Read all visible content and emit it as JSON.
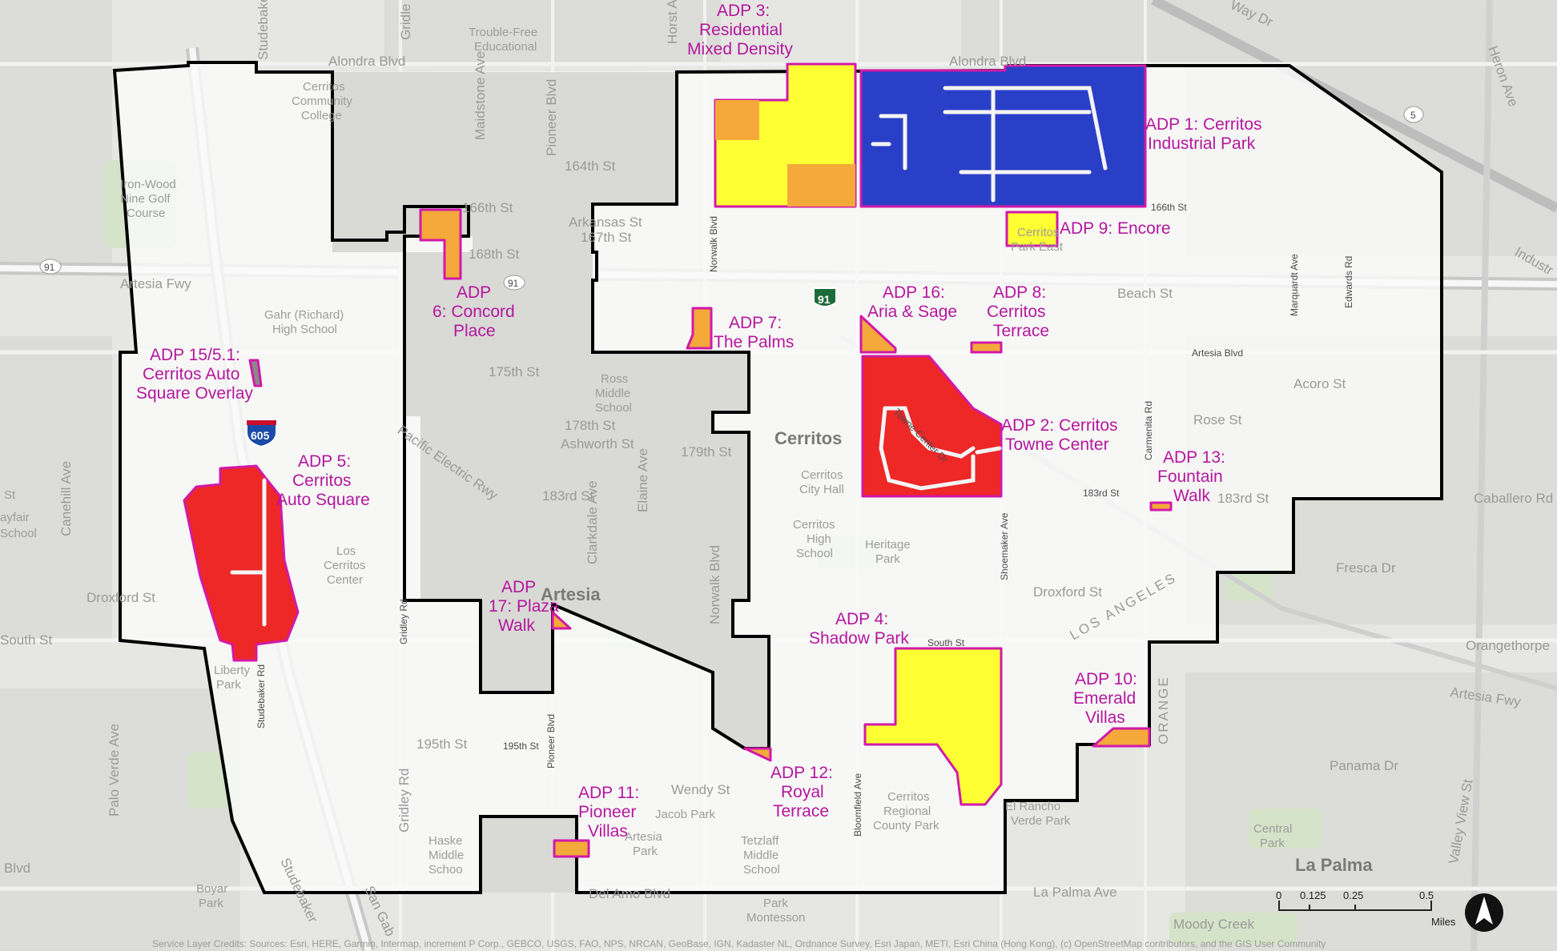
{
  "colors": {
    "boundary": "#000000",
    "adp_outline": "#d11aa8",
    "label": "#b5179e",
    "industrial": "#2a3fc8",
    "commercial": "#ee2727",
    "residential": "#ffff33",
    "mixed": "#f4a93a"
  },
  "adp_labels": {
    "adp1": [
      "ADP 1: Cerritos",
      "Industrial Park"
    ],
    "adp2": [
      "ADP 2: Cerritos",
      "Towne Center"
    ],
    "adp3": [
      "ADP 3:",
      "Residential",
      "Mixed Density"
    ],
    "adp4": [
      "ADP 4:",
      "Shadow Park"
    ],
    "adp5": [
      "ADP 5:",
      "Cerritos",
      "Auto Square"
    ],
    "adp6": [
      "ADP",
      "6: Concord",
      "Place"
    ],
    "adp7": [
      "ADP 7:",
      "The Palms"
    ],
    "adp8": [
      "ADP 8:",
      "Cerritos",
      "Terrace"
    ],
    "adp9": [
      "ADP 9: Encore"
    ],
    "adp10": [
      "ADP 10:",
      "Emerald",
      "Villas"
    ],
    "adp11": [
      "ADP 11:",
      "Pioneer",
      "Villas"
    ],
    "adp12": [
      "ADP 12:",
      "Royal",
      "Terrace"
    ],
    "adp13": [
      "ADP 13:",
      "Fountain",
      "Walk"
    ],
    "adp15": [
      "ADP 15/5.1:",
      "Cerritos Auto",
      "Square Overlay"
    ],
    "adp16": [
      "ADP 16:",
      "Aria & Sage"
    ],
    "adp17": [
      "ADP",
      "17: Plaza",
      "Walk"
    ]
  },
  "streets": {
    "s166": "166th St",
    "norwalk_n": "Norwalk Blvd",
    "artesia": "Artesia Blvd",
    "marquardt": "Marquardt Ave",
    "edwards": "Edwards Rd",
    "towne_center": "Towne Center Dr",
    "carmenita": "Carmenita Rd",
    "s183": "183rd St",
    "shoemaker": "Shoemaker Ave",
    "south": "South St",
    "gridley": "Gridley Rd",
    "studebaker": "Studebaker Rd",
    "pioneer": "Pioneer Blvd",
    "s195": "195th St",
    "bloomfield": "Bloomfield Ave"
  },
  "basemap_labels": {
    "alondra_w": "Alondra Blvd",
    "alondra_e": "Alondra Blvd",
    "troublefree": [
      "Trouble-Free",
      "Educational"
    ],
    "horst": "Horst Av",
    "cerritos_college": [
      "Cerritos",
      "Community",
      "College"
    ],
    "studebaker_n": "Studebaker",
    "gridley_n": "Gridle",
    "maidstone": "Maidstone Ave",
    "pioneer_n": "Pioneer Blvd",
    "s164": "164th St",
    "ironwood": [
      "Iron-Wood",
      "Nine Golf",
      "Course"
    ],
    "s166w": "166th St",
    "arkansas": "Arkansas St",
    "s167": "167th St",
    "s168": "168th St",
    "artesia_fwy_w": "Artesia Fwy",
    "gahr": [
      "Gahr (Richard)",
      "High School"
    ],
    "beach": "Beach St",
    "s175": "175th St",
    "ross": [
      "Ross",
      "Middle",
      "School"
    ],
    "s178": "178th St",
    "ashworth": "Ashworth St",
    "s179": "179th St",
    "cerritos_city": "Cerritos",
    "cerritos_city_hall": [
      "Cerritos",
      "City Hall"
    ],
    "acoro": "Acoro St",
    "rose": "Rose St",
    "s183w": "183rd St",
    "s183e": "183rd St",
    "caballero": "Caballero Rd",
    "pacific_elec": "Pacific Electric Rwy",
    "cerritos_high": [
      "Cerritos",
      "High",
      "School"
    ],
    "heritage": [
      "Heritage",
      "Park"
    ],
    "los_cerritos": [
      "Los",
      "Cerritos",
      "Center"
    ],
    "artesia_city": "Artesia",
    "clarkdale": "Clarkdale Ave",
    "elaine": "Elaine Ave",
    "norwalk_s": "Norwalk Blvd",
    "droxford": "Droxford St",
    "droxford_w": "Droxford St",
    "fresca": "Fresca Dr",
    "orangethorpe": "Orangethorpe",
    "artesia_fwy_e": "Artesia Fwy",
    "canehill": "Canehill Ave",
    "mayfair": [
      "St",
      "ayfair",
      "School"
    ],
    "south_w": "South St",
    "liberty": [
      "Liberty",
      "Park"
    ],
    "palo_verde": "Palo Verde Ave",
    "gridley_s": "Gridley Rd",
    "s195w": "195th St",
    "wendy": "Wendy St",
    "jacob": "Jacob Park",
    "hask": [
      "Haske",
      "Middle",
      "Schoo"
    ],
    "tetzlaff": [
      "Tetzlaff",
      "Middle",
      "School"
    ],
    "cerritos_regional": [
      "Cerritos",
      "Regional",
      "County Park"
    ],
    "el_rancho": [
      "El Rancho",
      "Verde Park"
    ],
    "central_park": [
      "Central",
      "Park"
    ],
    "panama": "Panama Dr",
    "la_palma_city": "La Palma",
    "la_palma_ave": "La Palma Ave",
    "valley_view": "Valley View St",
    "blvd_w": "Blvd",
    "boyar": [
      "Boyar",
      "Park"
    ],
    "san_gabriel": "San Gab",
    "artesia_park": [
      "Artesia",
      "Park"
    ],
    "park_montesson": [
      "Park",
      "Montesson"
    ],
    "del_amo": "Del Amo Blvd",
    "moody": "Moody Creek",
    "orange_county": "ORANGE",
    "los_angeles": "LOS ANGELES",
    "heron": "Heron Ave",
    "industrial_e": "Industr",
    "cerritos_park_east": [
      "Cerritos",
      "Park East"
    ],
    "studebaker_s": "Studebaker",
    "fwy_nw": "Way Dr"
  },
  "shields": {
    "i605": "605",
    "sr91_a": "91",
    "sr91_b": "91",
    "sr91_c": "91",
    "i5": "5"
  },
  "scale_bar": {
    "ticks": [
      "0",
      "0.125",
      "0.25",
      "0.5"
    ],
    "unit": "Miles"
  },
  "north_arrow": "north-arrow",
  "credits": "Service Layer Credits: Sources: Esri, HERE, Garmin, Intermap, increment P Corp., GEBCO, USGS, FAO, NPS, NRCAN, GeoBase, IGN, Kadaster NL, Ordnance Survey, Esri Japan, METI, Esri China (Hong Kong), (c) OpenStreetMap contributors, and the GIS User Community"
}
